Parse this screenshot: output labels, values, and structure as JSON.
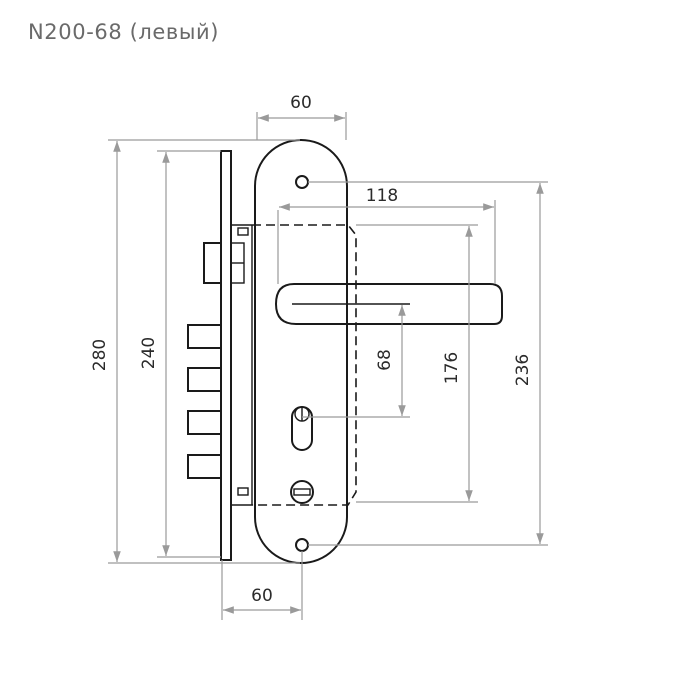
{
  "title": "N200-68 (левый)",
  "dimensions": {
    "plate_width": "60",
    "lever_length": "118",
    "total_height": "280",
    "body_height": "240",
    "handle_to_key": "68",
    "handle_to_bottom_screw": "176",
    "screw_spacing": "236",
    "backset": "60"
  },
  "colors": {
    "outline": "#1a1a1a",
    "dimension_line": "#9a9a9a",
    "text": "#2b2b2b"
  }
}
